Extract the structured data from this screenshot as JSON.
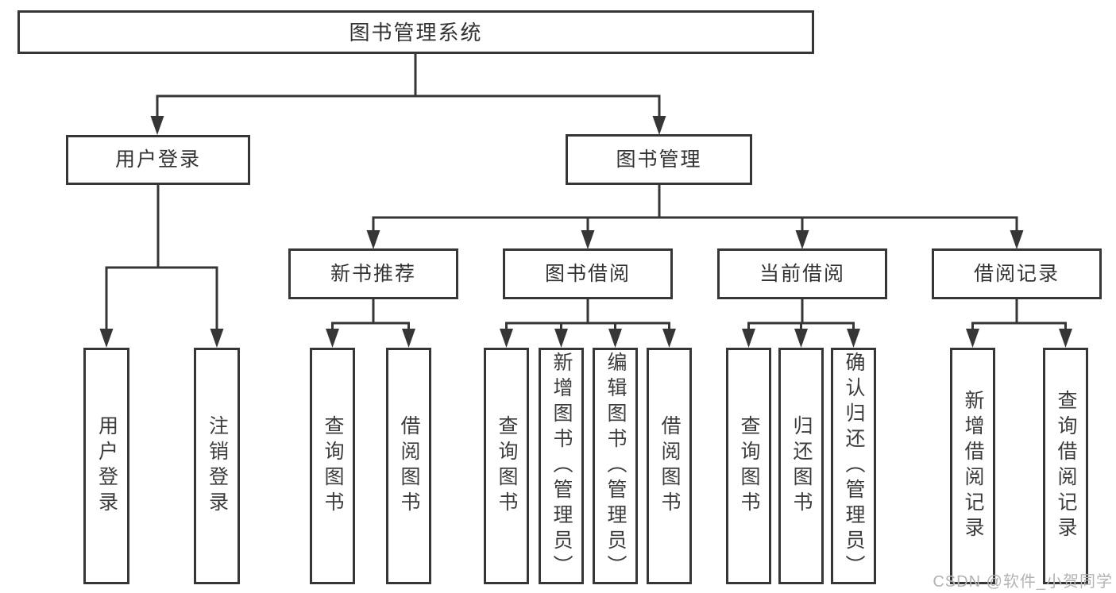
{
  "tree": {
    "root": {
      "label": "图书管理系统"
    },
    "branches": [
      {
        "label": "用户登录",
        "children": [
          {
            "label": "用户登录"
          },
          {
            "label": "注销登录"
          }
        ]
      },
      {
        "label": "图书管理",
        "children": [
          {
            "label": "新书推荐",
            "children": [
              {
                "label": "查询图书"
              },
              {
                "label": "借阅图书"
              }
            ]
          },
          {
            "label": "图书借阅",
            "children": [
              {
                "label": "查询图书"
              },
              {
                "label": "新增图书（管理员）"
              },
              {
                "label": "编辑图书（管理员）"
              },
              {
                "label": "借阅图书"
              }
            ]
          },
          {
            "label": "当前借阅",
            "children": [
              {
                "label": "查询图书"
              },
              {
                "label": "归还图书"
              },
              {
                "label": "确认归还（管理员）"
              }
            ]
          },
          {
            "label": "借阅记录",
            "children": [
              {
                "label": "新增借阅记录"
              },
              {
                "label": "查询借阅记录"
              }
            ]
          }
        ]
      }
    ]
  },
  "watermark": {
    "text": "CSDN @软件_小贺同学"
  },
  "colors": {
    "line": "#363636",
    "box_border": "#363636",
    "text": "#333333",
    "watermark": "#b3b3b3",
    "background": "#ffffff"
  }
}
